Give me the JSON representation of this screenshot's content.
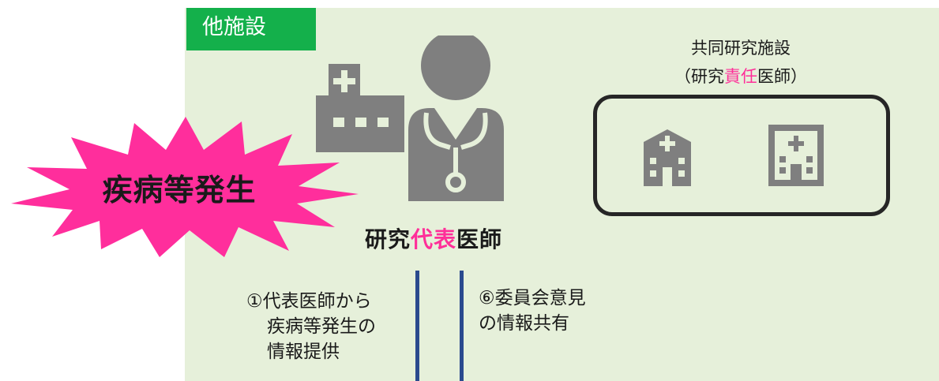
{
  "facility_tag": "他施設",
  "burst_label": "疾病等発生",
  "lead_doctor": {
    "before": "研究",
    "highlight": "代表",
    "after": "医師"
  },
  "coop": {
    "line1": "共同研究施設",
    "line2_before": "（研究",
    "line2_highlight": "責任",
    "line2_after": "医師）"
  },
  "note_left": [
    "①代表医師から",
    "疾病等発生の",
    "情報提供"
  ],
  "note_right": [
    "⑥委員会意見",
    "の情報共有"
  ],
  "colors": {
    "panel_bg": "#e6f0da",
    "tag_bg": "#14b04b",
    "highlight": "#ff2f99",
    "burst": "#ff2e9c",
    "arrow_line": "#2a4a8e",
    "icon_gray": "#7f7f7f"
  },
  "icons": [
    "hospital-icon",
    "doctor-stethoscope-icon",
    "hospital-building-icon",
    "hospital-box-icon"
  ]
}
